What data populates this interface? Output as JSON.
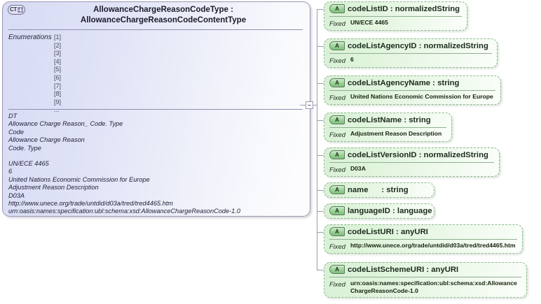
{
  "diagram": {
    "kind": "xsd-schema-diagram",
    "root": {
      "icon": "complex-type-icon",
      "icon_text": "CT",
      "icon_badge": "plus",
      "title": "AllowanceChargeReasonCodeType : AllowanceChargeReasonCodeContentType",
      "enumerations_label": "Enumerations",
      "enumerations": [
        "[1]",
        "[2]",
        "[3]",
        "[4]",
        "[5]",
        "[6]",
        "[7]",
        "[8]",
        "[9]",
        "..."
      ],
      "documentation_block_1": [
        "DT",
        "Allowance Charge Reason_ Code. Type",
        "Code",
        "Allowance Charge Reason",
        "Code. Type"
      ],
      "documentation_block_2": [
        "UN/ECE 4465",
        "6",
        "United Nations Economic Commission for Europe",
        "Adjustment Reason Description",
        "D03A",
        "http://www.unece.org/trade/untdid/d03a/tred/tred4465.htm",
        "urn:oasis:names:specification:ubl:schema:xsd:AllowanceChargeReasonCode-1.0"
      ]
    },
    "expander": {
      "icon": "collapse-minus-icon",
      "state": "expanded"
    },
    "attributes": [
      {
        "icon_text": "A",
        "name": "codeListID : normalizedString",
        "fixed_label": "Fixed",
        "fixed_value": "UN/ECE 4465"
      },
      {
        "icon_text": "A",
        "name": "codeListAgencyID : normalizedString",
        "fixed_label": "Fixed",
        "fixed_value": "6"
      },
      {
        "icon_text": "A",
        "name": "codeListAgencyName : string",
        "fixed_label": "Fixed",
        "fixed_value": "United Nations Economic Commission for Europe"
      },
      {
        "icon_text": "A",
        "name": "codeListName : string",
        "fixed_label": "Fixed",
        "fixed_value": "Adjustment Reason Description"
      },
      {
        "icon_text": "A",
        "name": "codeListVersionID : normalizedString",
        "fixed_label": "Fixed",
        "fixed_value": "D03A"
      },
      {
        "icon_text": "A",
        "name": "name      : string",
        "fixed_label": "",
        "fixed_value": ""
      },
      {
        "icon_text": "A",
        "name": "languageID : language",
        "fixed_label": "",
        "fixed_value": ""
      },
      {
        "icon_text": "A",
        "name": "codeListURI : anyURI",
        "fixed_label": "Fixed",
        "fixed_value": "http://www.unece.org/trade/untdid/d03a/tred/tred4465.htm"
      },
      {
        "icon_text": "A",
        "name": "codeListSchemeURI : anyURI",
        "fixed_label": "Fixed",
        "fixed_value": "urn:oasis:names:specification:ubl:schema:xsd:AllowanceChargeReasonCode-1.0"
      }
    ],
    "colors": {
      "complex_type_fill": "#d7dbf4",
      "attribute_fill": "#d7f0d4",
      "attribute_border": "#8fb98f",
      "complex_type_border": "#9a9ab5",
      "connector": "#9b9bab"
    }
  }
}
